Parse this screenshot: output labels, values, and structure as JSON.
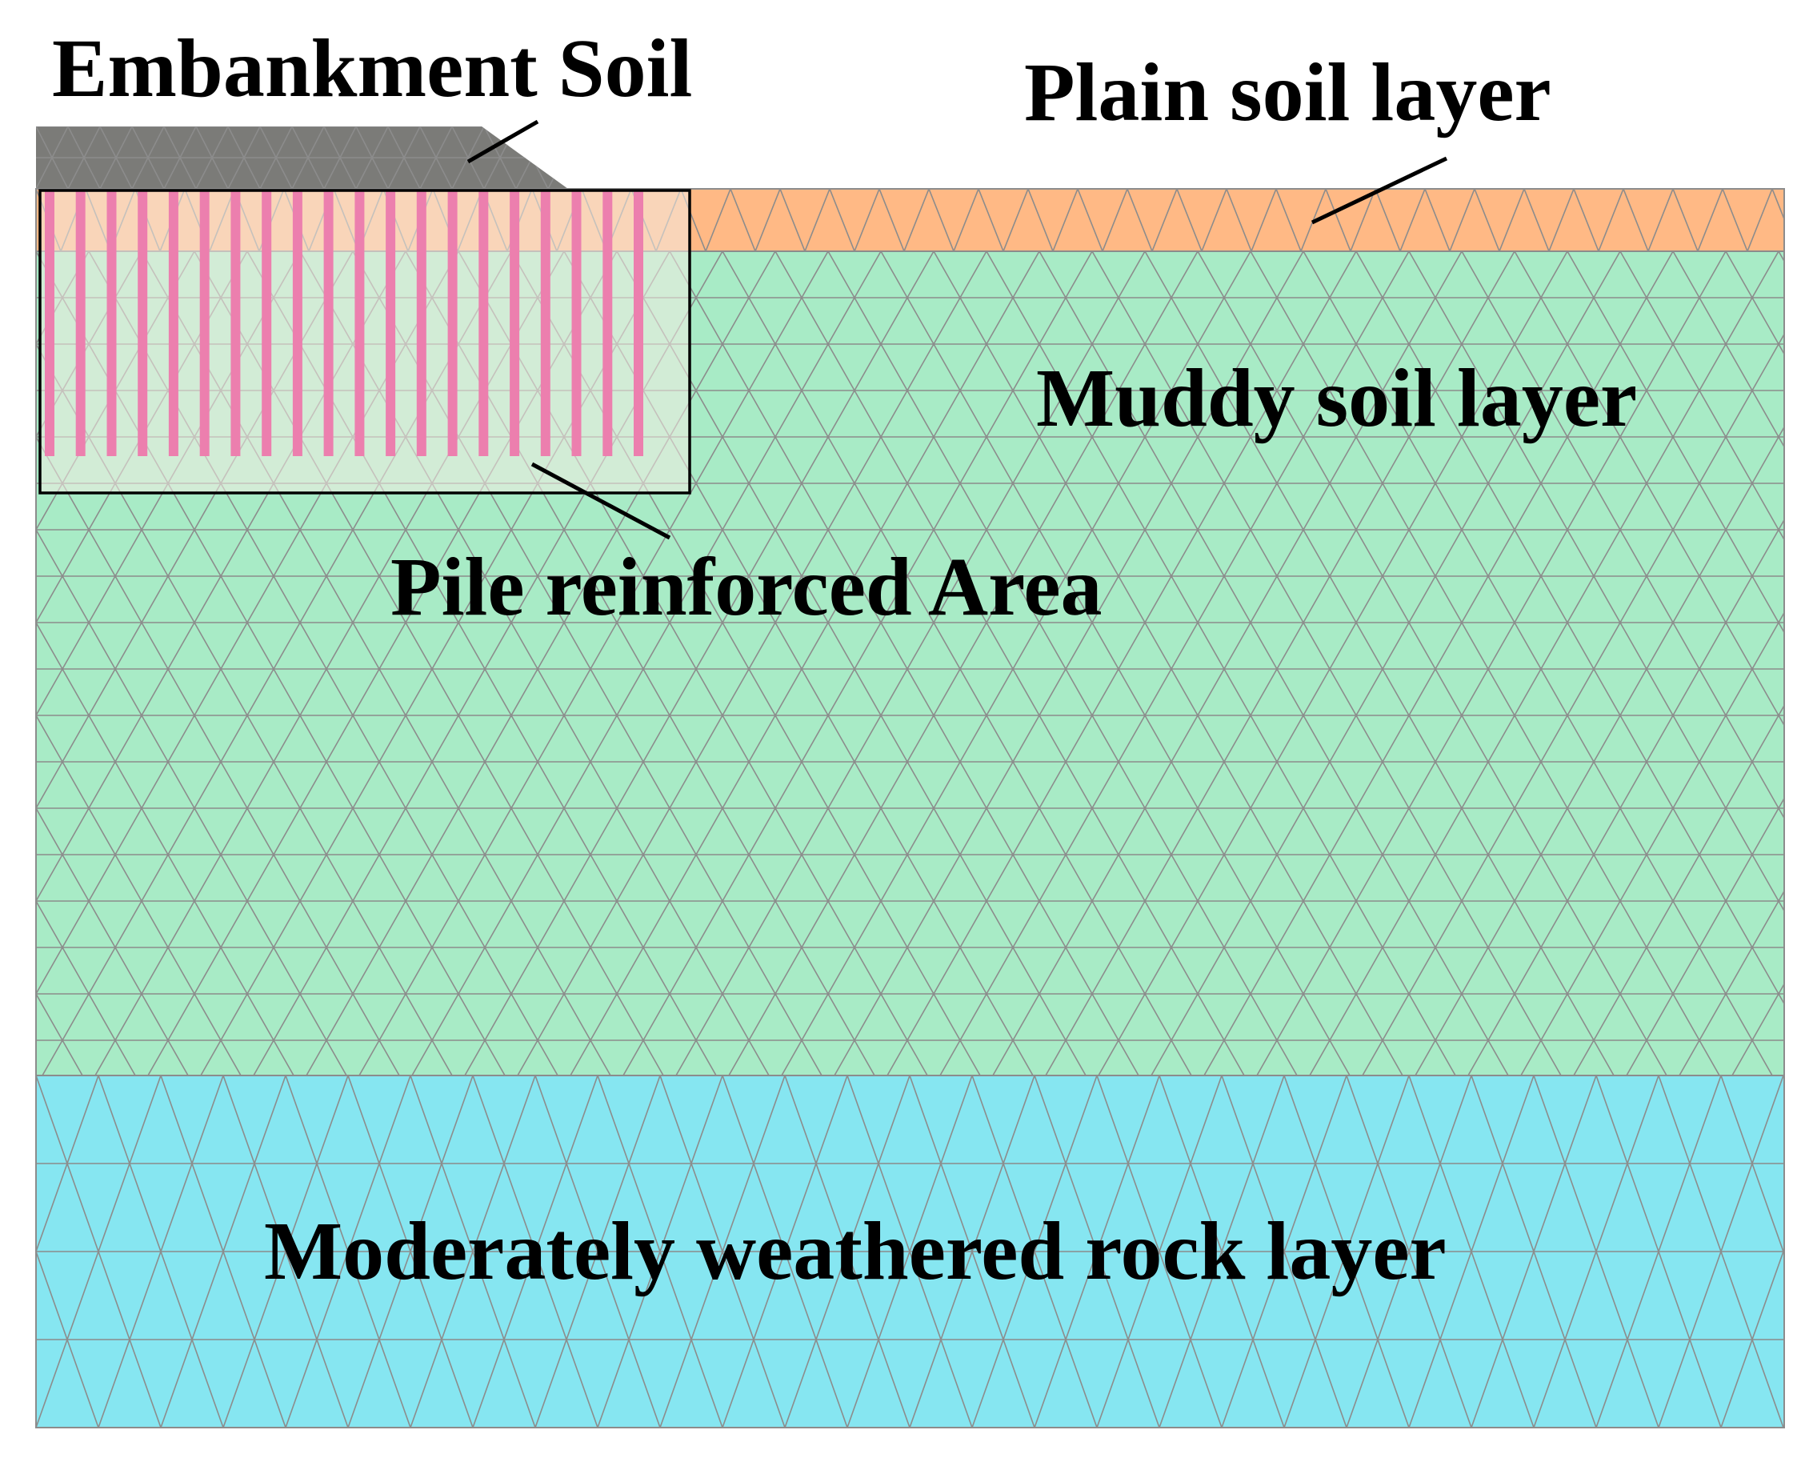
{
  "labels": {
    "embankment": "Embankment Soil",
    "plain": "Plain soil layer",
    "muddy": "Muddy soil layer",
    "pile_area": "Pile reinforced Area",
    "rock": "Moderately weathered rock layer"
  },
  "layers": [
    {
      "key": "embankment",
      "color": "#7b7b78"
    },
    {
      "key": "plain",
      "color": "#ffb985"
    },
    {
      "key": "muddy",
      "color": "#a8ebc6"
    },
    {
      "key": "rock",
      "color": "#86e6f1"
    }
  ],
  "colors": {
    "mesh_line": "#8c8c8c",
    "pile": "#ec7fae",
    "pile_area_fill": "#f4ece4",
    "outline": "#000000"
  },
  "piles": {
    "count": 20
  }
}
